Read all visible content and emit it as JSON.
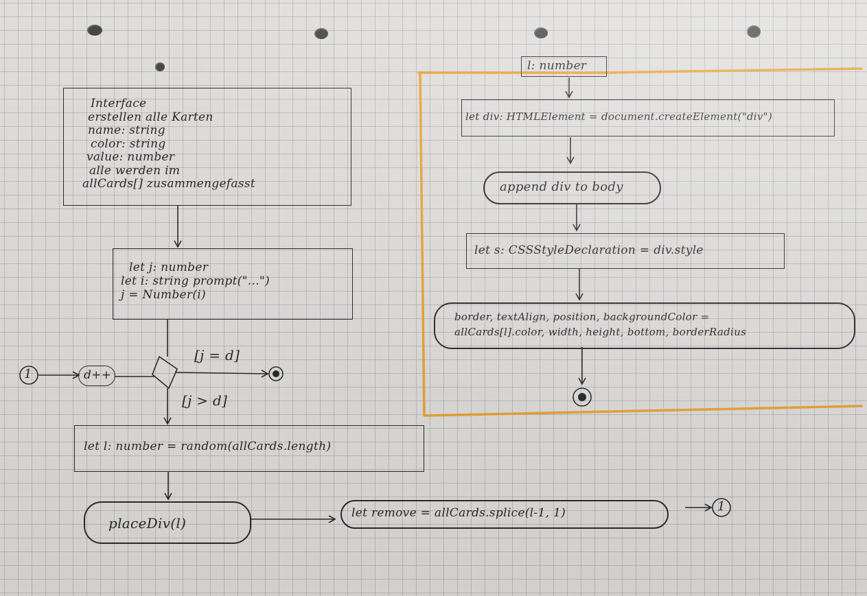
{
  "interface_box": {
    "lines": [
      "Interface",
      "erstellen alle Karten",
      "name: string",
      "color: string",
      "value: number",
      "alle werden im",
      "allCards[] zusammengefasst"
    ]
  },
  "input_box": {
    "lines": [
      "let j: number",
      "let i: string prompt(\"...\")",
      "j = Number(i)"
    ]
  },
  "loop": {
    "connector_label": "1",
    "increment_label": "d++",
    "guard_equal": "[j = d]",
    "guard_greater": "[j > d]"
  },
  "random_box": {
    "text": "let l: number = random(allCards.length)"
  },
  "place_div": {
    "text": "placeDiv(l)"
  },
  "remove": {
    "text": "let remove = allCards.splice(l-1, 1)",
    "connector_label": "1"
  },
  "function_param": {
    "text": "l: number"
  },
  "create_div": {
    "text": "let div: HTMLElement = document.createElement(\"div\")"
  },
  "append_div": {
    "text": "append div to body"
  },
  "style_decl": {
    "text": "let s: CSSStyleDeclaration = div.style"
  },
  "style_assign": {
    "lines": [
      "border, textAlign, position, backgroundColor =",
      "allCards[l].color, width, height, bottom, borderRadius"
    ]
  },
  "colors": {
    "ink": "#2c2c30",
    "highlight": "#f2a93b",
    "paper": "#e9e7e4"
  }
}
